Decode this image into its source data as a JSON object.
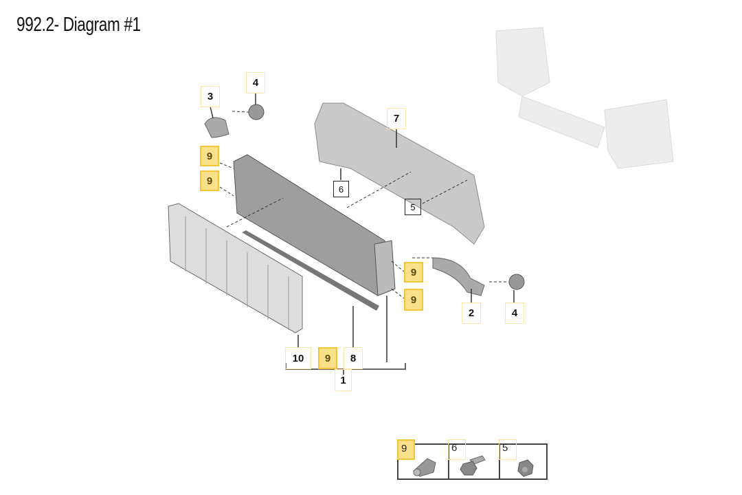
{
  "title": "992.2- Diagram #1",
  "callouts": [
    {
      "label": "3",
      "highlighted": false
    },
    {
      "label": "4",
      "highlighted": false
    },
    {
      "label": "9",
      "highlighted": true
    },
    {
      "label": "9",
      "highlighted": true
    },
    {
      "label": "7",
      "highlighted": false
    },
    {
      "label": "6",
      "highlighted": false
    },
    {
      "label": "5",
      "highlighted": false
    },
    {
      "label": "9",
      "highlighted": true
    },
    {
      "label": "9",
      "highlighted": true
    },
    {
      "label": "2",
      "highlighted": false
    },
    {
      "label": "4",
      "highlighted": false
    },
    {
      "label": "10",
      "highlighted": false
    },
    {
      "label": "9",
      "highlighted": true
    },
    {
      "label": "8",
      "highlighted": false
    },
    {
      "label": "1",
      "highlighted": false
    }
  ],
  "legend": [
    {
      "label": "9",
      "highlighted": true
    },
    {
      "label": "6",
      "highlighted": false
    },
    {
      "label": "5",
      "highlighted": false
    }
  ]
}
